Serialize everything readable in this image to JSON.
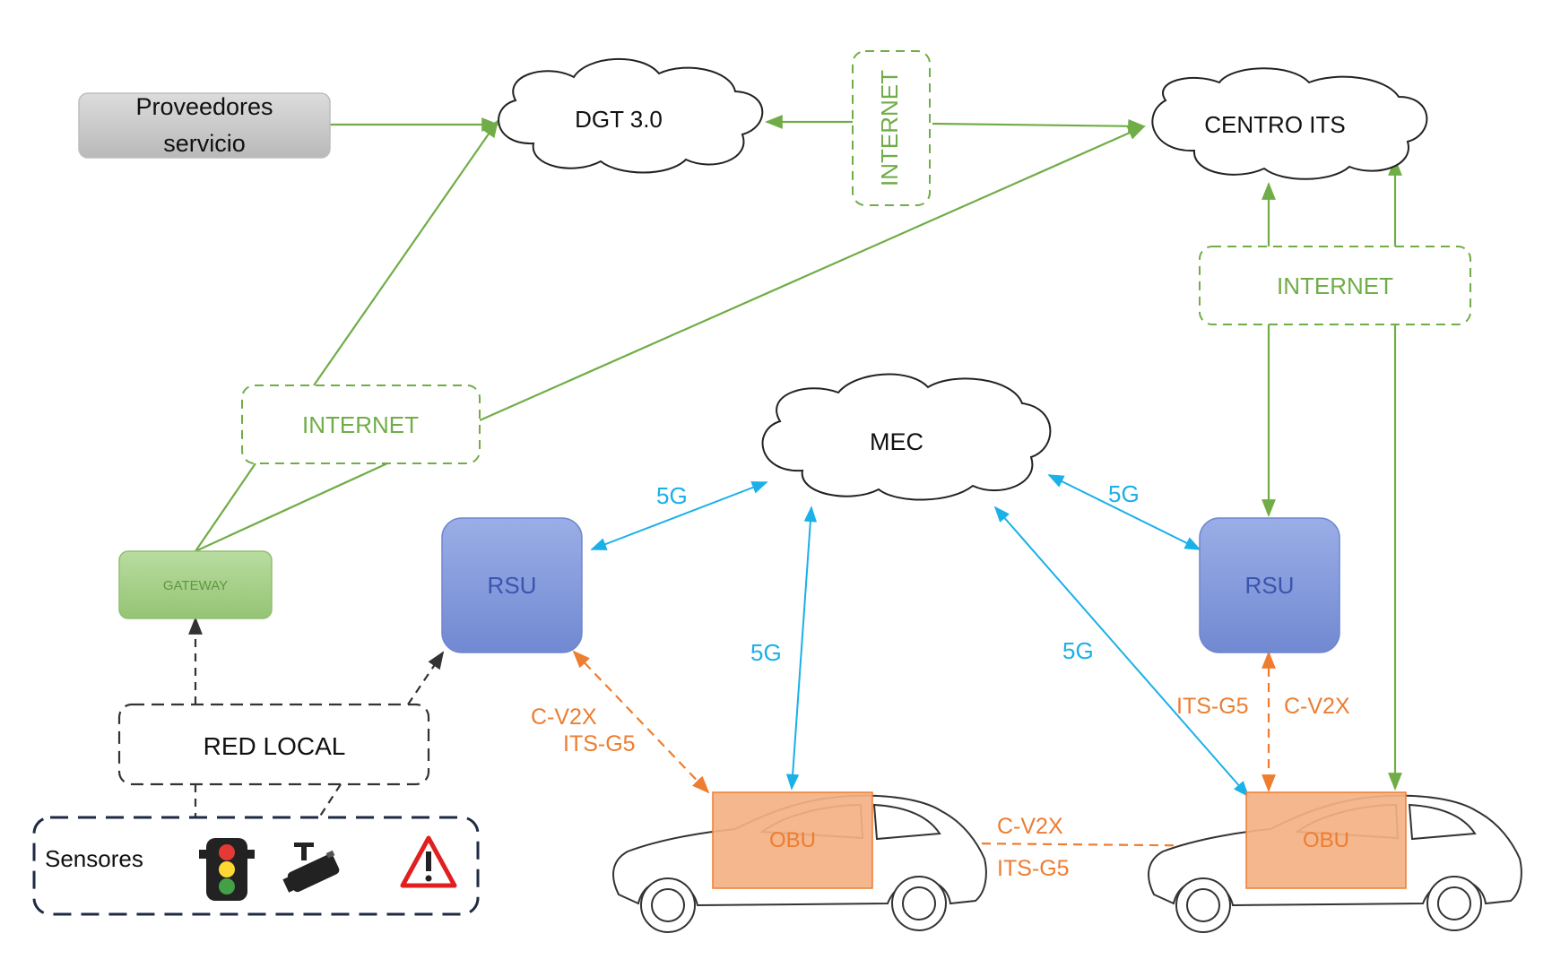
{
  "nodes": {
    "proveedores": {
      "line1": "Proveedores",
      "line2": "servicio"
    },
    "dgt": "DGT 3.0",
    "centro_its": "CENTRO ITS",
    "mec": "MEC",
    "gateway": "GATEWAY",
    "rsu_left": "RSU",
    "rsu_right": "RSU",
    "obu_left": "OBU",
    "obu_right": "OBU",
    "red_local": "RED LOCAL",
    "sensores": "Sensores"
  },
  "internet": {
    "vertical": "INTERNET",
    "right": "INTERNET",
    "left": "INTERNET"
  },
  "links": {
    "g5_rsu_left_mec": "5G",
    "g5_mec_rsu_right": "5G",
    "g5_obu_left_mec": "5G",
    "g5_obu_right_mec": "5G",
    "left_rsu_obu_a": "C-V2X",
    "left_rsu_obu_b": "ITS-G5",
    "right_rsu_obu_a": "ITS-G5",
    "right_rsu_obu_b": "C-V2X",
    "obu_obu_a": "C-V2X",
    "obu_obu_b": "ITS-G5"
  },
  "colors": {
    "green": "#70ad47",
    "blue_link": "#1ab0e8",
    "orange": "#ed7d31",
    "rsu_fill": "#8297d8",
    "rsu_text": "#3a55b0",
    "gateway_fill": "#a9d18e",
    "proveedores_fill": "#c8c8c8",
    "obu_fill": "#f4b183",
    "dark_dash": "#1f2a44"
  },
  "icons": [
    "traffic-light-icon",
    "camera-icon",
    "warning-icon"
  ]
}
